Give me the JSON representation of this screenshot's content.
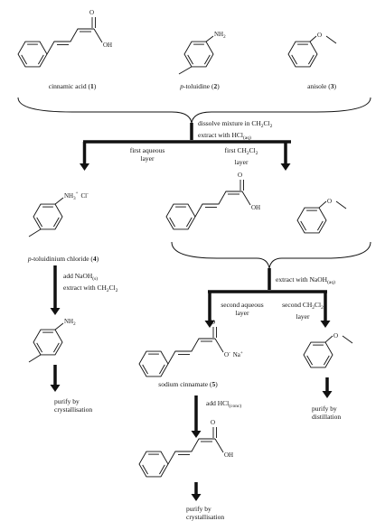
{
  "compounds": {
    "c1": {
      "name": "cinnamic acid",
      "num": "1"
    },
    "c2": {
      "prefix": "p",
      "name": "-toluidine",
      "num": "2"
    },
    "c3": {
      "name": "anisole",
      "num": "3"
    },
    "c4": {
      "prefix": "p",
      "name": "-toluidinium chloride",
      "num": "4"
    },
    "c5": {
      "name": "sodium cinnamate",
      "num": "5"
    }
  },
  "atoms": {
    "O": "O",
    "OH": "OH",
    "NH2": "NH",
    "NH2_sub": "2",
    "NH3": "NH",
    "NH3_sub": "3",
    "NH3_sup": "+",
    "Cl": "Cl",
    "Cl_sup": "-",
    "O_minus": "O",
    "O_minus_sup": "-",
    "Na": "Na",
    "Na_sup": "+"
  },
  "steps": {
    "step1_line1_pre": "dissolve mixture in CH",
    "step1_line1_sub1": "2",
    "step1_line1_mid": "Cl",
    "step1_line1_sub2": "2",
    "step1_line2_pre": "extract with HCl",
    "step1_line2_sub": "(aq)",
    "first_aqueous": [
      "first aqueous",
      "layer"
    ],
    "first_ch2cl2_pre": "first CH",
    "first_ch2cl2_sub1": "2",
    "first_ch2cl2_mid": "Cl",
    "first_ch2cl2_sub2": "2",
    "first_ch2cl2_line2": "layer",
    "add_naoh_pre": "add NaOH",
    "add_naoh_sub": "(s)",
    "extract_ch2cl2_pre": "extract with CH",
    "extract_ch2cl2_sub1": "2",
    "extract_ch2cl2_mid": "Cl",
    "extract_ch2cl2_sub2": "2",
    "extract_naoh_pre": "extract with NaOH",
    "extract_naoh_sub": "(aq)",
    "second_aqueous": [
      "second aqueous",
      "layer"
    ],
    "second_ch2cl2_pre": "second CH",
    "second_ch2cl2_sub1": "2",
    "second_ch2cl2_mid": "Cl",
    "second_ch2cl2_sub2": "2",
    "second_ch2cl2_line2": "layer",
    "add_hcl_pre": "add HCl",
    "add_hcl_sub": "(conc)",
    "purify_cryst_1": [
      "purify by",
      "crystallisation"
    ],
    "purify_dist": [
      "purify by",
      "distillation"
    ],
    "purify_cryst_2": [
      "purify by",
      "crystallisation"
    ]
  }
}
